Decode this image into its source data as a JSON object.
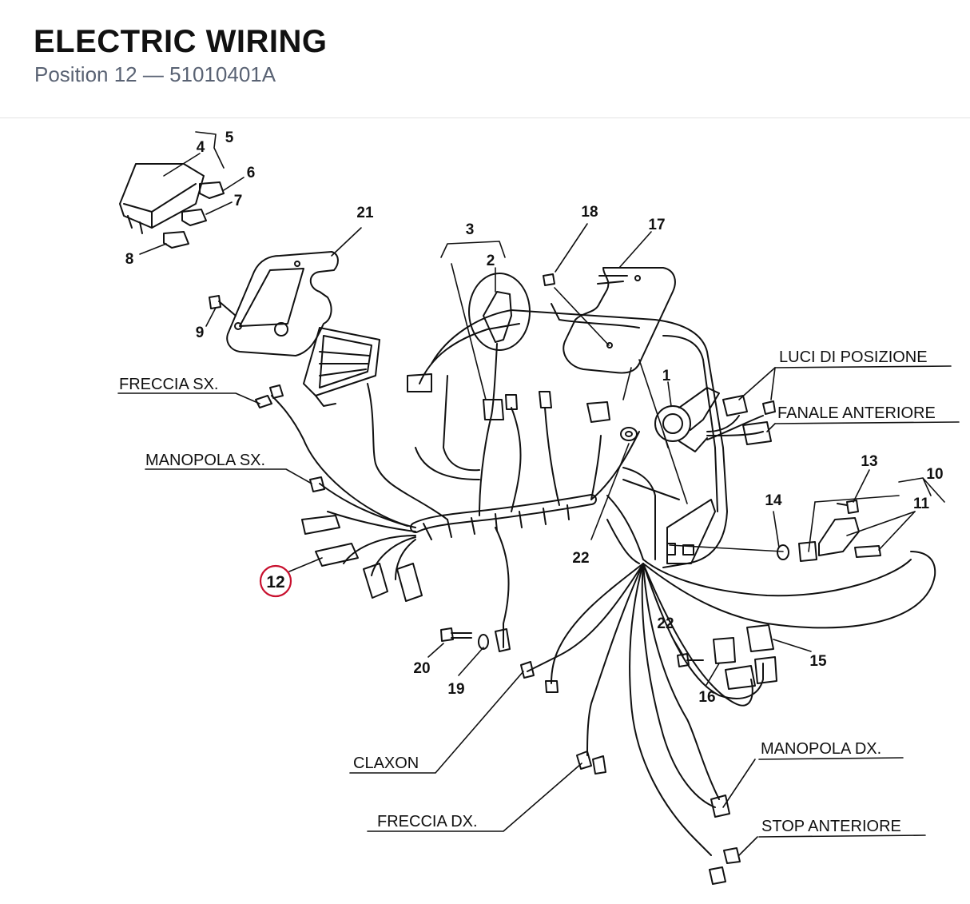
{
  "header": {
    "title": "ELECTRIC WIRING",
    "subtitle": "Position 12 — 51010401A"
  },
  "highlight": {
    "ref": "12",
    "color": "#c8102e"
  },
  "refs": {
    "r1": "1",
    "r2": "2",
    "r3": "3",
    "r4": "4",
    "r5": "5",
    "r6": "6",
    "r7": "7",
    "r8": "8",
    "r9": "9",
    "r10": "10",
    "r11": "11",
    "r13": "13",
    "r14": "14",
    "r15": "15",
    "r16": "16",
    "r17": "17",
    "r18": "18",
    "r19": "19",
    "r20": "20",
    "r21": "21",
    "r22a": "22",
    "r22b": "22"
  },
  "labels": {
    "luci": "LUCI DI POSIZIONE",
    "fanale": "FANALE ANTERIORE",
    "freccia_sx": "FRECCIA SX.",
    "manopola_sx": "MANOPOLA SX.",
    "claxon": "CLAXON",
    "freccia_dx": "FRECCIA DX.",
    "manopola_dx": "MANOPOLA DX.",
    "stop": "STOP ANTERIORE"
  }
}
